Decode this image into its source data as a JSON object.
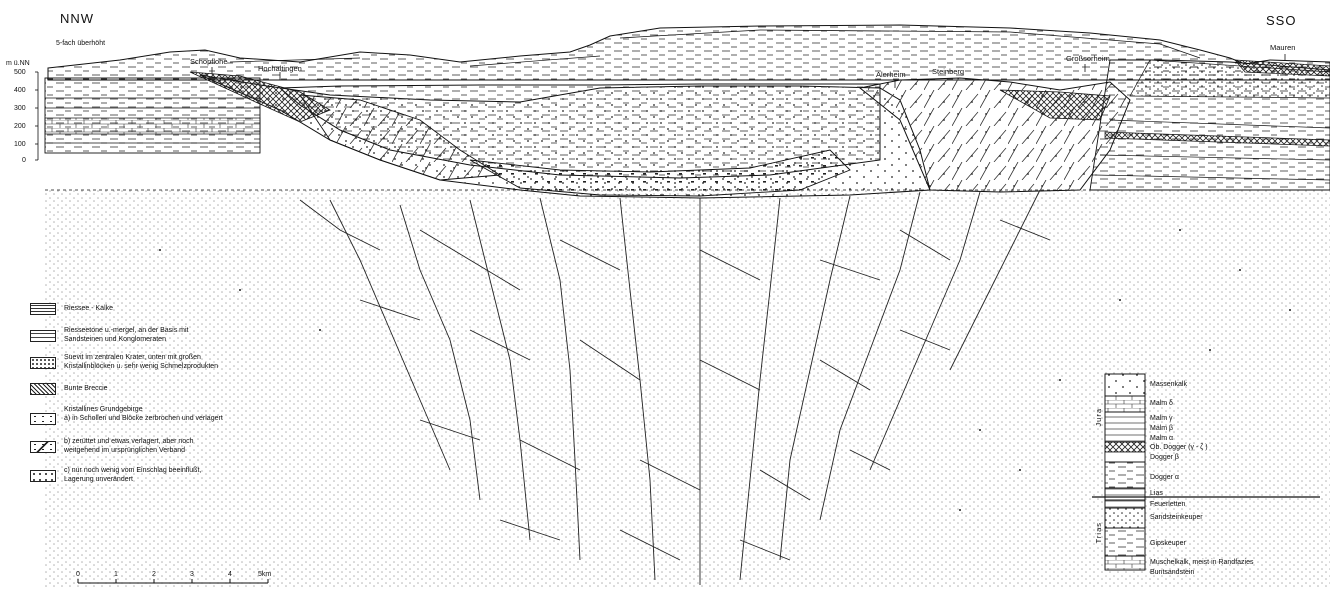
{
  "header": {
    "left_direction": "NNW",
    "right_direction": "SSO",
    "exaggeration_note": "5-fach überhöht"
  },
  "axis": {
    "unit": "m ü.NN",
    "ticks": [
      "500",
      "400",
      "300",
      "200",
      "100",
      "0"
    ]
  },
  "places": {
    "schopflohe": "Schopflohe",
    "hochaltingen": "Hochaltingen",
    "alerheim": "Alerheim",
    "steinberg": "Steinberg",
    "grosssorheim": "Großsorheim",
    "mauren": "Mauren"
  },
  "legend": [
    {
      "label": "Riessee - Kalke",
      "pattern": "riessee-kalke"
    },
    {
      "label": "Riesseetone u.-mergel, an der Basis mit\nSandsteinen und Konglomeraten",
      "pattern": "tone"
    },
    {
      "label": "Suevit im zentralen Krater, unten mit großen\nKristallinblöcken u. sehr wenig Schmelzprodukten",
      "pattern": "suevit"
    },
    {
      "label": "Bunte Breccie",
      "pattern": "breccie"
    },
    {
      "label": "Kristallines Grundgebirge\na) in Schollen und Blöcke zerbrochen und verlagert",
      "pattern": "kristallin-a"
    },
    {
      "label": "b) zerüttet und etwas verlagert, aber noch\nweitgehend im ursprünglichen Verband",
      "pattern": "kristallin-b"
    },
    {
      "label": "c) nur noch wenig vom Einschlag beeinflußt,\nLagerung unverändert",
      "pattern": "kristallin-c"
    }
  ],
  "scale": {
    "ticks": [
      "0",
      "1",
      "2",
      "3",
      "4",
      "5km"
    ]
  },
  "stratigraphy": {
    "jura_label": "Jura",
    "trias_label": "Trias",
    "jura_units": [
      "Massenkalk",
      "Malm δ",
      "Malm γ",
      "Malm β",
      "Malm α",
      "Ob. Dogger (γ - ζ )",
      "Dogger β",
      "Dogger α",
      "Lias"
    ],
    "trias_units": [
      "Feuerletten",
      "Sandsteinkeuper",
      "Gipskeuper",
      "Muschelkalk, meist in Randfazies",
      "Buntsandstein"
    ]
  },
  "colors": {
    "ink": "#111111",
    "paper": "#ffffff"
  }
}
